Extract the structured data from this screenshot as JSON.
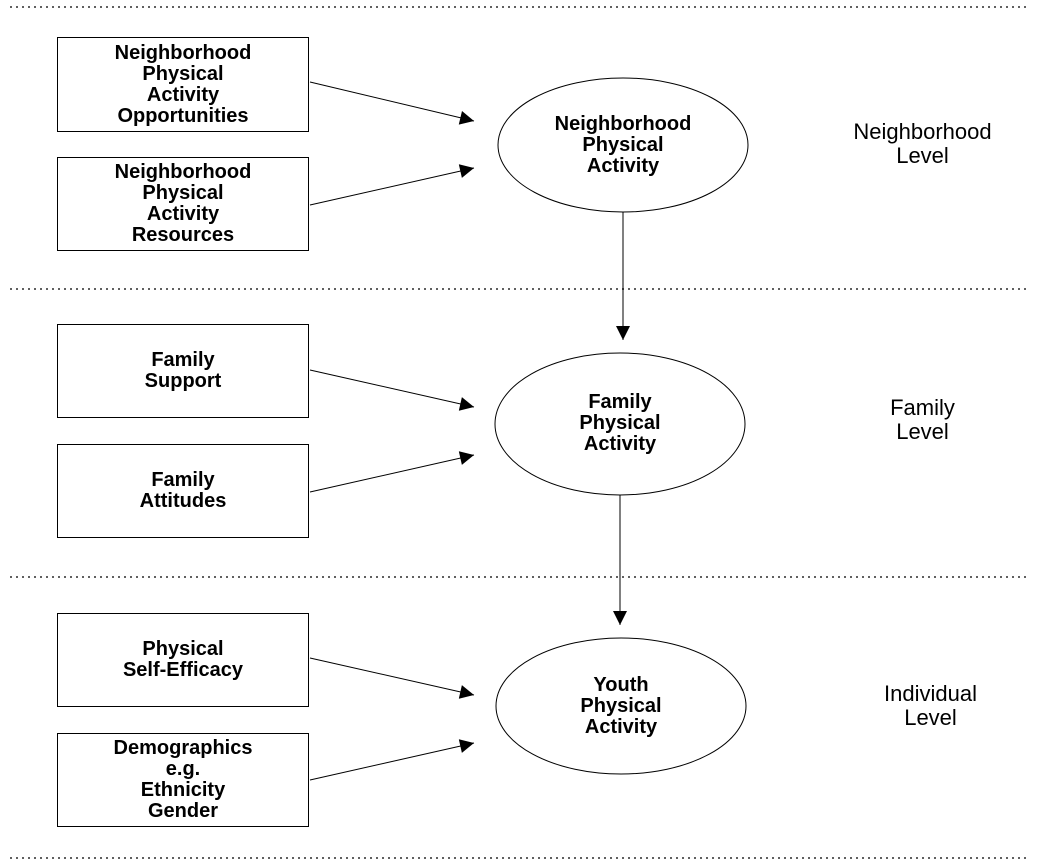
{
  "levels": {
    "neighborhood": {
      "line1": "Neighborhood",
      "line2": "Level"
    },
    "family": {
      "line1": "Family",
      "line2": "Level"
    },
    "individual": {
      "line1": "Individual",
      "line2": "Level"
    }
  },
  "factors": {
    "opportunities": [
      "Neighborhood",
      "Physical",
      "Activity",
      "Opportunities"
    ],
    "resources": [
      "Neighborhood",
      "Physical",
      "Activity",
      "Resources"
    ],
    "family_support": [
      "Family",
      "Support"
    ],
    "family_attitudes": [
      "Family",
      "Attitudes"
    ],
    "self_efficacy": [
      "Physical",
      "Self-Efficacy"
    ],
    "demographics": [
      "Demographics",
      "e.g.",
      "Ethnicity",
      "Gender"
    ]
  },
  "outcomes": {
    "neighborhood_pa": [
      "Neighborhood",
      "Physical",
      "Activity"
    ],
    "family_pa": [
      "Family",
      "Physical",
      "Activity"
    ],
    "youth_pa": [
      "Youth",
      "Physical",
      "Activity"
    ]
  }
}
